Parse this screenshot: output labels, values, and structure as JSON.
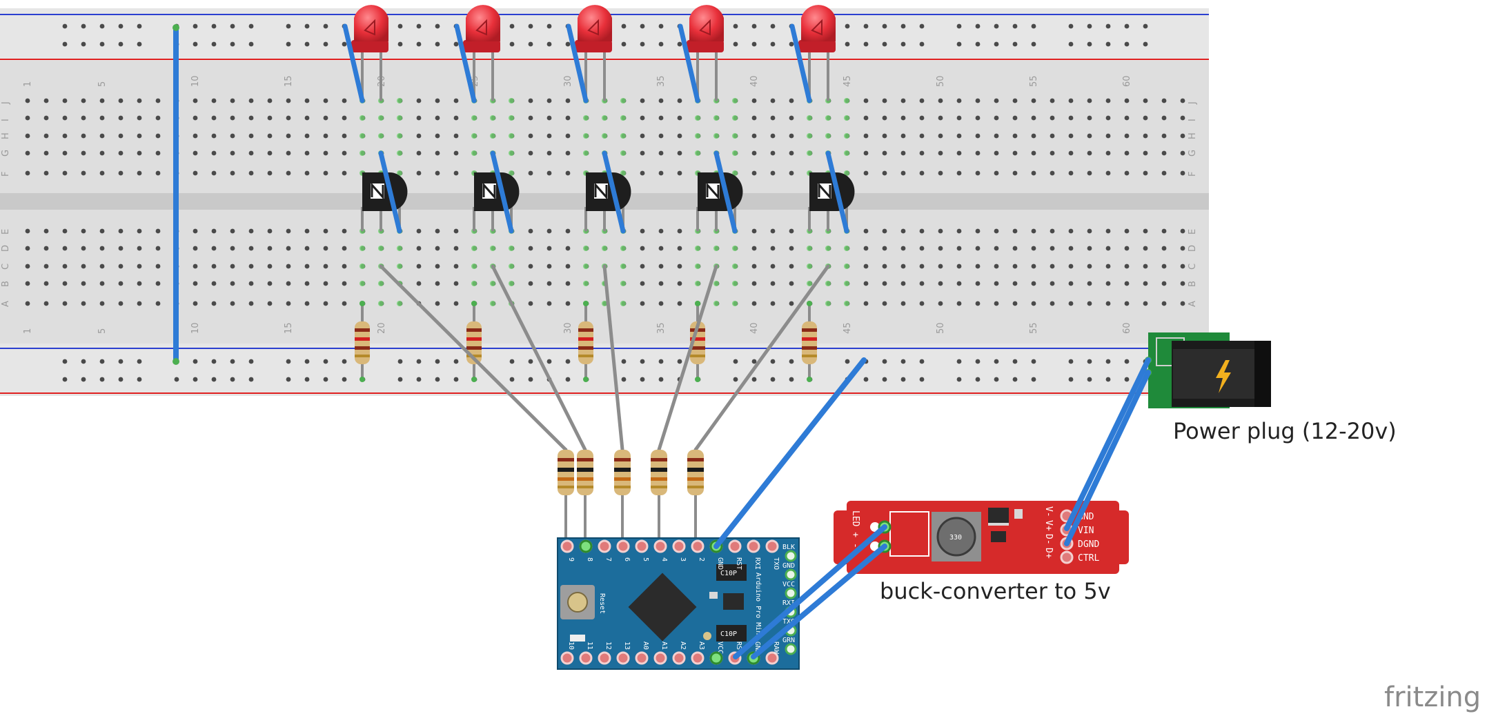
{
  "diagram": {
    "labels": {
      "power_plug": "Power plug (12-20v)",
      "buck_converter": "buck-converter to 5v",
      "brand": "fritzing"
    },
    "breadboard": {
      "column_numbers": [
        "1",
        "5",
        "10",
        "15",
        "20",
        "25",
        "30",
        "35",
        "40",
        "45",
        "50",
        "55",
        "60"
      ],
      "rows_top": [
        "J",
        "I",
        "H",
        "G",
        "F"
      ],
      "rows_bottom": [
        "E",
        "D",
        "C",
        "B",
        "A"
      ]
    },
    "arduino": {
      "top_pins": [
        "9",
        "8",
        "7",
        "6",
        "5",
        "4",
        "3",
        "2",
        "GND",
        "RST",
        "RXI",
        "TXO"
      ],
      "bottom_pins": [
        "10",
        "11",
        "12",
        "13",
        "A0",
        "A1",
        "A2",
        "A3",
        "VCC",
        "RST",
        "GND",
        "RAW"
      ],
      "side_pins": [
        "BLK",
        "GND",
        "VCC",
        "RXI",
        "TXO",
        "GRN"
      ],
      "board_text": "Arduino Pro Mini",
      "reset_label": "Reset",
      "cap_label_1": "C10P",
      "cap_label_2": "C10P"
    },
    "buck": {
      "left_label": "LED +  -",
      "right_pins": [
        "V-",
        "V+",
        "D-",
        "D+"
      ],
      "right_labels": [
        "GND",
        "VIN",
        "DGND",
        "CTRL"
      ],
      "inductor_label": "330"
    },
    "colors": {
      "breadboard": "#d9d9d9",
      "wire_blue": "#2e7bd6",
      "wire_gray": "#8c8c8c",
      "led_red": "#e8303a",
      "arduino_board": "#1c6d9c",
      "buck_board": "#d62a2a",
      "power_plug_board": "#1f8a3a"
    },
    "counts": {
      "leds": 5,
      "transistors": 5
    }
  }
}
